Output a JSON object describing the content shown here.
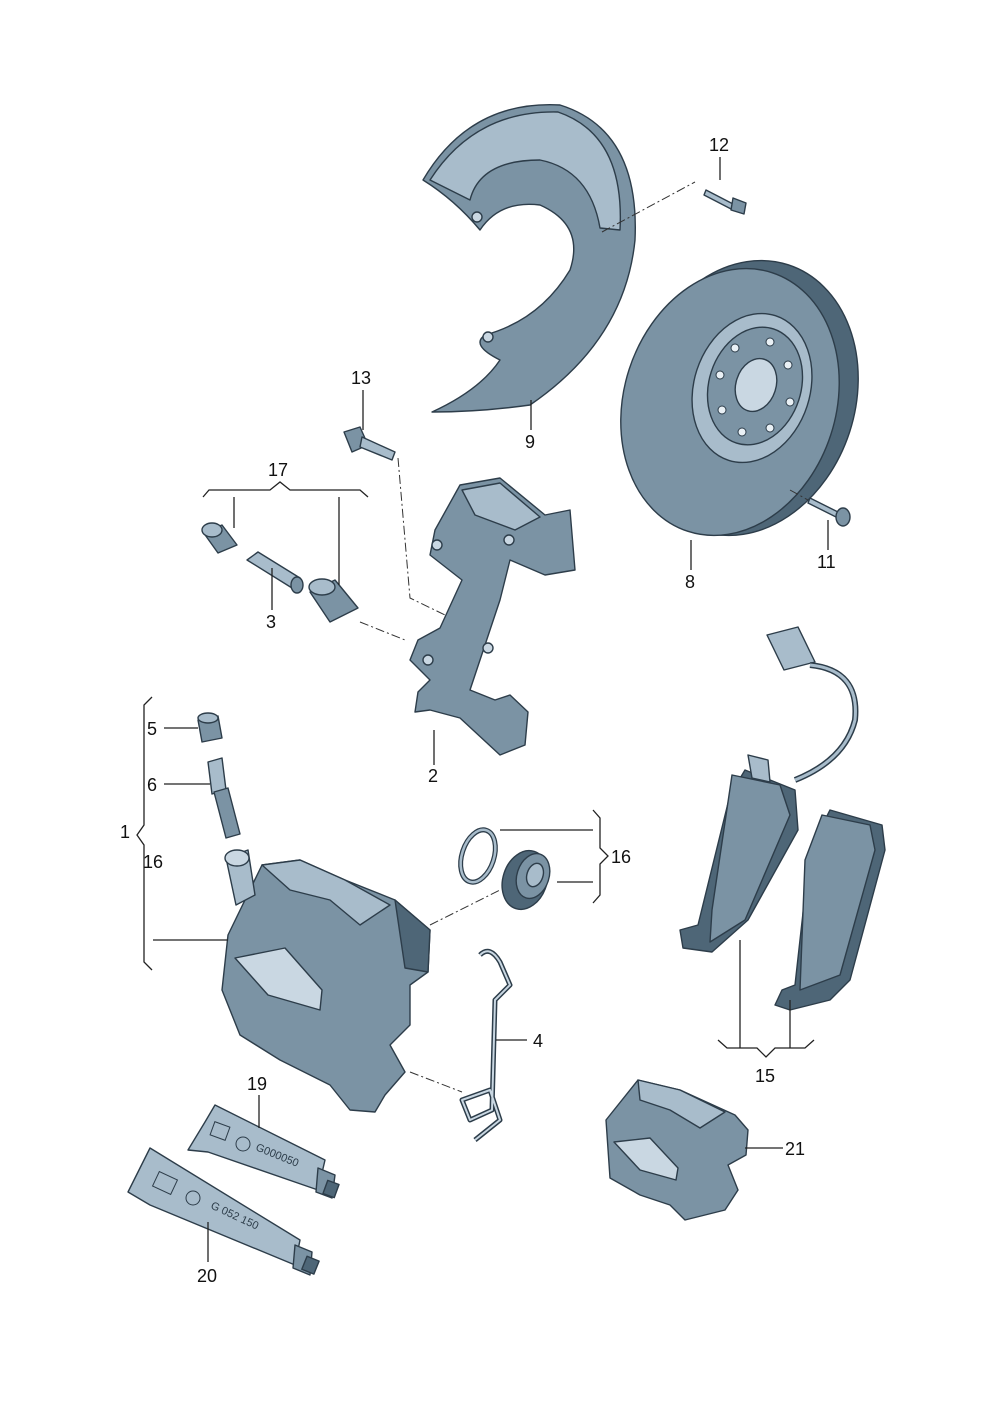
{
  "labels": {
    "l1": "1",
    "l2": "2",
    "l3": "3",
    "l4": "4",
    "l5": "5",
    "l6": "6",
    "l8": "8",
    "l9": "9",
    "l11": "11",
    "l12": "12",
    "l13": "13",
    "l15": "15",
    "l16a": "16",
    "l16b": "16",
    "l17": "17",
    "l19": "19",
    "l20": "20",
    "l21": "21"
  },
  "tube_prints": {
    "tube19": "G000050",
    "tube20": "G  052  150"
  },
  "colors": {
    "part_fill": "#7b93a4",
    "part_light": "#a8bccb",
    "part_dark": "#4e6677",
    "outline": "#2d3d4a"
  }
}
